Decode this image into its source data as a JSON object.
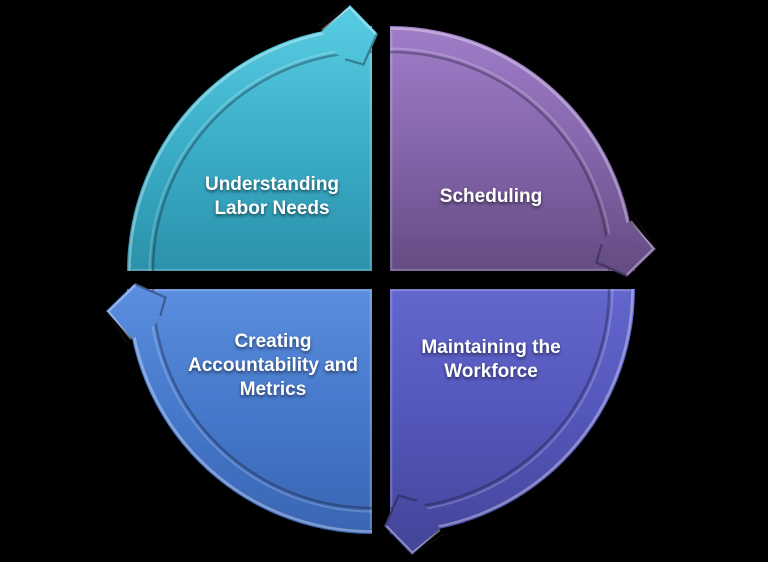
{
  "diagram": {
    "kind": "cycle-diagram",
    "flow": "clockwise",
    "background_color": "#000000",
    "label_color": "#ffffff",
    "segments": [
      {
        "id": "understanding-labor-needs",
        "label": "Understanding Labor Needs",
        "position": "top-left",
        "arrow_points": "right",
        "color_light": "#55c9df",
        "color_mid": "#3aadc7",
        "color_dark": "#2b91aa"
      },
      {
        "id": "scheduling",
        "label": "Scheduling",
        "position": "top-right",
        "arrow_points": "down",
        "color_light": "#9f7ec8",
        "color_mid": "#8466ab",
        "color_dark": "#644b82"
      },
      {
        "id": "maintaining-the-workforce",
        "label": "Maintaining the Workforce",
        "position": "bottom-right",
        "arrow_points": "left",
        "color_light": "#6366cc",
        "color_mid": "#5457bb",
        "color_dark": "#45479d"
      },
      {
        "id": "creating-accountability-and-metrics",
        "label": "Creating Accountability and Metrics",
        "position": "bottom-left",
        "arrow_points": "up",
        "color_light": "#5b8ede",
        "color_mid": "#4678cb",
        "color_dark": "#3a65b3"
      }
    ]
  }
}
